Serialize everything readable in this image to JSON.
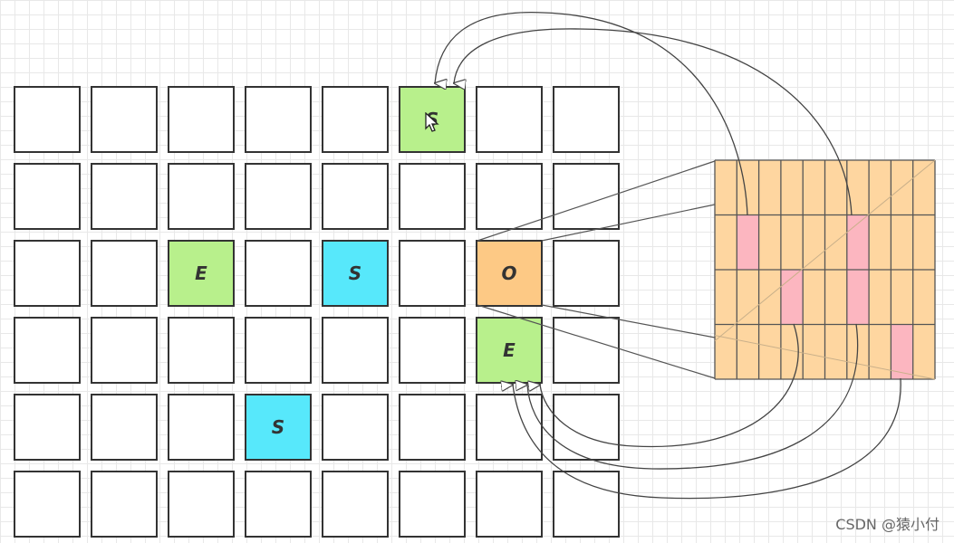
{
  "grid": {
    "rows": 6,
    "cols": 8,
    "cells": [
      {
        "row": 0,
        "col": 5,
        "label": "S",
        "color": "#b8f08c"
      },
      {
        "row": 2,
        "col": 2,
        "label": "E",
        "color": "#b8f08c"
      },
      {
        "row": 2,
        "col": 4,
        "label": "S",
        "color": "#57e8fb"
      },
      {
        "row": 2,
        "col": 6,
        "label": "O",
        "color": "#fdc985"
      },
      {
        "row": 3,
        "col": 6,
        "label": "E",
        "color": "#b8f08c"
      },
      {
        "row": 4,
        "col": 3,
        "label": "S",
        "color": "#57e8fb"
      }
    ]
  },
  "card_table": {
    "rows": 4,
    "cols": 10,
    "fill": "#fed6a0",
    "dirty_fill": "#fcb6c0",
    "dirty": [
      {
        "row": 1,
        "col": 1
      },
      {
        "row": 1,
        "col": 6
      },
      {
        "row": 2,
        "col": 3
      },
      {
        "row": 2,
        "col": 6
      },
      {
        "row": 3,
        "col": 8
      }
    ]
  },
  "watermark": "CSDN @猿小付"
}
